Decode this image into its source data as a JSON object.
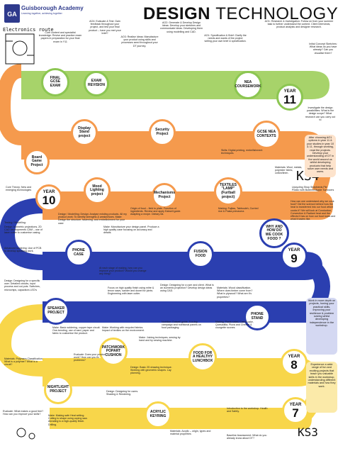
{
  "header": {
    "academy_name": "Guisborough Academy",
    "academy_tagline": "Learning together, achieving together",
    "title_bold": "DESIGN",
    "title_light": "TECHNOLOGY",
    "route_label": "Electronics route"
  },
  "years": [
    {
      "label": "YEAR",
      "number": "11"
    },
    {
      "label": "YEAR",
      "number": "10"
    },
    {
      "label": "YEAR",
      "number": "9"
    },
    {
      "label": "YEAR",
      "number": "8"
    },
    {
      "label": "YEAR",
      "number": "7"
    }
  ],
  "stage_labels": {
    "ks4": "KS4",
    "ks3": "KS3"
  },
  "nodes": {
    "final_exam": "FINAL GCSE EXAM",
    "exam_revision": "EXAM REVISION",
    "nea_coursework": "NEA COURSEWORK",
    "display_stand": "Display Stand project",
    "security_project": "Security Project",
    "gcse_nea_contexts": "GCSE NEA CONTEXTS",
    "board_game": "Board Game Project",
    "mood_lighting": "Mood Lighting project",
    "mechanisms": "Mechanisms Project",
    "textiles_lamp": "TEXTILES \"LAMP\" (Fur/ball project)",
    "why_cook": "WHY AND HOW DO WE COOK FOOD ?",
    "phone_case": "PHONE CASE",
    "fusion_food": "FUSION FOOD",
    "speaker_project": "SPEAKER PROJECT",
    "phone_stand": "PHONE STAND",
    "patchwork": "PATCHWORK POPART CUSHION",
    "healthy_lunchbox": "FOOD FOR A HEALTHY LUNCHBOX",
    "nightlight": "NIGHTLIGHT PROJECT",
    "acrylic_keyring": "ACRYLIC KEYRING"
  },
  "texts": {
    "core_content": "Core content and specialist knowledge: Revise and practice exam papers in preparation for your final exam in Y11",
    "ao4": "AO4: Evaluate & Test: Gain feedback throughout your project, and test your final product – have you met your brief?",
    "ao3": "AO3: Realise Ideas: Manufacture your product using skills and processes seed throughout your DT journey.",
    "ao2": "AO2: Generate & Develop Design Ideas: Develop your sketches and communicate ideas. Developing them using modelling and CAD.",
    "ao1_spec": "AO1: Specification & Brief: Clarify the needs and wants of the project writing your own brief & specification.",
    "ao1_research": "AO1: Research & Investigation: Follow on from your summer task to further understand the context. Client interviews, product analysis and designer research.",
    "initial_sketches": "Initial Concept Sketches: What ideas do you have already? Can you visualise them?",
    "investigate": "Investigate the design possibilities: What is the design scope? What research can you carry out to",
    "after_choosing": "After choosing AO1 options in year 11 & your studies in year 10 & 11, through working, read the projects. Develop your understanding of DT in the world around us whilst developing products that help solve user needs and users.",
    "work_depth": "Work in more depth on projects, honing your practical skills, improving your resilience & problem solving whilst developing independence in the workshop.",
    "experience": "Experience a wide range of fun and exciting projects that teach you valuable skills in the workshop, understanding different materials and how they work.",
    "design_analyse": "Design / Modelling: Design: Analyse existing products. All my product work: To identify strengths & weaknesses. Make: Design the structure, fastening, and embellishment for your case",
    "testing_modelling": "Testing / Modelling:",
    "origin_food": "Origin of food – field to plate. Function of ingredients. Review and apply Eatwell guide. Adapting a recipe. Dietary fat.",
    "make_phone_case": "Make: Manufacture your design panel. Produce a high quality case focusing on accuracy and details.",
    "design_speaker": "Design: Designing for a user and client. What is an isometric projection? Develop design ideas using CAD.",
    "focus_quality": "Focus on high quality finish using mitre & tenon saws, sander and dowel for joints. Engineering with laser cutter.",
    "materials_fusion": "Materials: Wood classification. Where does timber come from? What is plywood? What are it’s properties?",
    "nutrition": "Nutrition: Eatwell guide, 5-a-day campaign and nutritional panels on food packaging.",
    "making_food": "Making: Pasta salad, Carrot cake, Quesadilla, Pizza and Cheese & courgette scones.",
    "at_each_stage": "At each stage of making, how can you improve your product? Would you change any thing?",
    "design_spec": "Design: Designing for a specific user. Detailed circuits, input process and out puts. Switches, microchips, capacitors LED’s",
    "make_basic": "Make: Basic soldering, copper tape circuit. One-bending, use of card, paper and fabric to customise the product.",
    "make_patchwork": "Make: Working with recycled fabrics. Impact of textiles on the environment.",
    "make_joining": "Make: Joining techniques, sewing by hand and by sewing machine.",
    "design_20": "Design: Basic 2D drawing technique. Working with geometric shapes. Lay planning.",
    "evaluate": "Evaluate: Does your product work? How can you fix problems?",
    "design_keyring": "Design: Designing for users. Shading & Rendering.",
    "materials_keyring": "Materials: Acrylic – origin, types and material properties",
    "intro_workshop": "Introduction to the workshop. Health and Safety.",
    "baseline": "Baseline Assessment: What do you already know about DT?",
    "evaluate_nightlight": "Evaluate: What makes a good free? How can you improve your skills?",
    "make_nightlight": "Make: Making safe Heat setting. Cutting to shape using coping saw. Abrading to a high-quality finish. Drilling.",
    "materials_poly": "Materials: Polymers Classification. What is a polymer? What is a circuit?",
    "year10_core": "Core Theory: New and emerging technologies",
    "isometric": "Design: Isometric projections, 2D CAD developments CAM – use of laser cutter to customise casing.",
    "advanced_solder": "Advanced soldering: Use of PCB to develop speaking work.",
    "upcycling": "Upcycling Shop Shepherds Pie Potato with Buttered Apple Turnovers",
    "nea_contexts_text": "How can one understand why we cook food? Did the science behind how the heat is transferred into our food which cooks it? We will look at Conduction, Convection & Radiant heat and the effects it has on how our food looks and what it tastes like.",
    "cake_tips": "Making: Fajitas, Tabbouleh, Curried rice & Pasta primavera",
    "materials_note": "Materials: Wool, metals, polyester fabric, cotton/linen.",
    "skill_ladder": "Skills: Digital printing, embellishment techniques."
  }
}
